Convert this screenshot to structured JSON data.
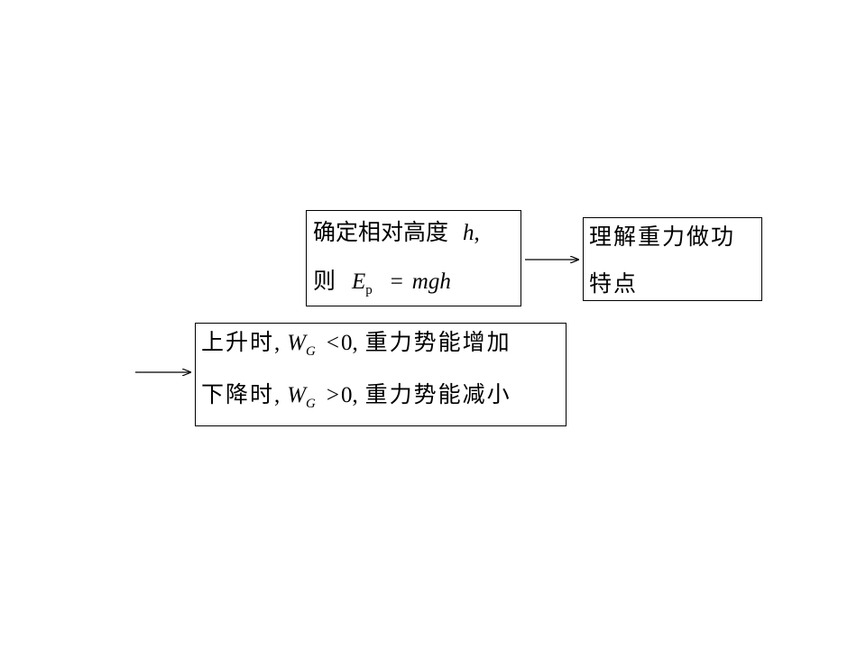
{
  "energy_box": {
    "line1_text": "确定相对高度",
    "line1_var": "h",
    "line1_punct": ",",
    "line2_text": "则",
    "line2_sym": "E",
    "line2_sub": "p",
    "line2_eq": "=",
    "line2_expr": "mgh"
  },
  "work_box": {
    "line1": "理解重力做功",
    "line2": "特点"
  },
  "change_box": {
    "rise_prefix": "上升时",
    "rise_sym": "W",
    "rise_sub": "G",
    "rise_rel": "<",
    "rise_val": "0",
    "rise_suffix": "重力势能增加",
    "fall_prefix": "下降时",
    "fall_sym": "W",
    "fall_sub": "G",
    "fall_rel": ">",
    "fall_val": "0",
    "fall_suffix": "重力势能减小",
    "comma": ","
  }
}
